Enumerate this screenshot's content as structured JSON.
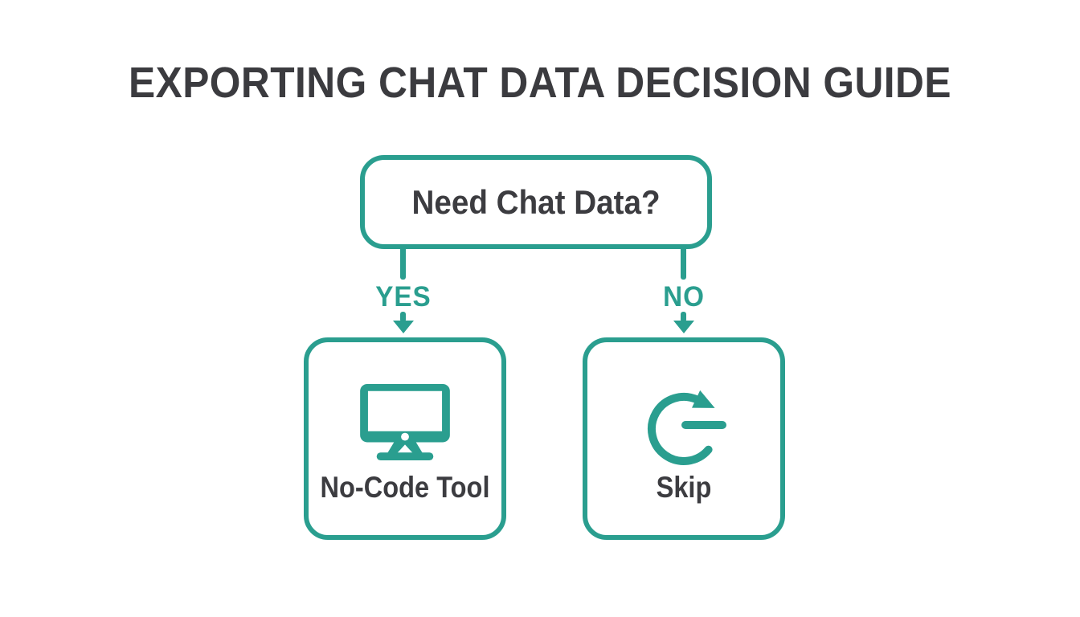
{
  "title": "EXPORTING CHAT DATA DECISION GUIDE",
  "colors": {
    "accent_teal": "#2a9e8f",
    "text_dark": "#3c3c40",
    "background": "#ffffff"
  },
  "flowchart": {
    "decision": {
      "label": "Need Chat Data?"
    },
    "branches": [
      {
        "label": "YES",
        "target": {
          "label": "No-Code Tool",
          "icon": "monitor-icon"
        }
      },
      {
        "label": "NO",
        "target": {
          "label": "Skip",
          "icon": "skip-refresh-icon"
        }
      }
    ]
  }
}
